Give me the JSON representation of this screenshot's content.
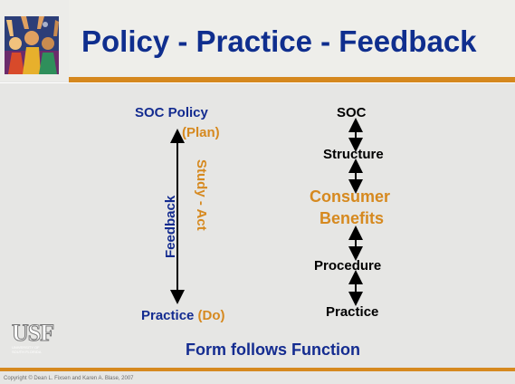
{
  "slide": {
    "title": "Policy - Practice - Feedback",
    "copyright": "Copyright © Dean L. Fixsen and Karen A. Blase, 2007"
  },
  "left_diagram": {
    "top_label": "SOC Policy",
    "plan_label": "(Plan)",
    "vertical_left": "Feedback",
    "vertical_right": "Study - Act",
    "bottom_label": "Practice",
    "do_label": "(Do)"
  },
  "right_diagram": {
    "items": [
      "SOC",
      "Structure",
      "Consumer",
      "Benefits",
      "Procedure",
      "Practice"
    ]
  },
  "footer": {
    "caption": "Form follows Function"
  },
  "logo": {
    "top_icon": "celebrating-people-image",
    "bottom_text": "USF",
    "bottom_subtext": "UNIVERSITY OF SOUTH FLORIDA"
  },
  "colors": {
    "navy": "#142c90",
    "orange": "#d6891f",
    "background": "#e6e6e4"
  }
}
